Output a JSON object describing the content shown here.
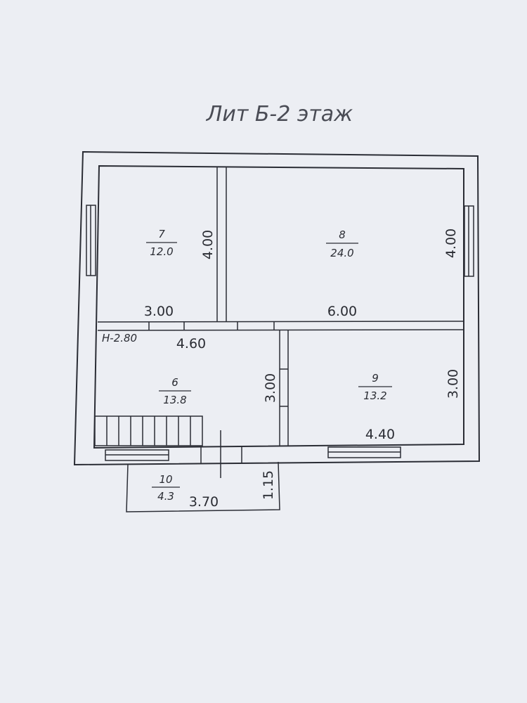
{
  "title": "Лит Б-2 этаж",
  "height_label": "Н-2.80",
  "rooms": [
    {
      "id": "7",
      "number": "7",
      "area": "12.0"
    },
    {
      "id": "8",
      "number": "8",
      "area": "24.0"
    },
    {
      "id": "6",
      "number": "6",
      "area": "13.8"
    },
    {
      "id": "9",
      "number": "9",
      "area": "13.2"
    },
    {
      "id": "10",
      "number": "10",
      "area": "4.3"
    }
  ],
  "dimensions": {
    "room7_height": "4.00",
    "room7_width": "3.00",
    "room8_height": "4.00",
    "room8_width": "6.00",
    "room6_width": "4.60",
    "room6_height": "3.00",
    "room9_height": "3.00",
    "room9_width": "4.40",
    "room10_width": "3.70",
    "room10_depth": "1.15"
  },
  "colors": {
    "paper": "#eef0f4",
    "background": "#d9dce3",
    "lines": "#2b2d35"
  }
}
